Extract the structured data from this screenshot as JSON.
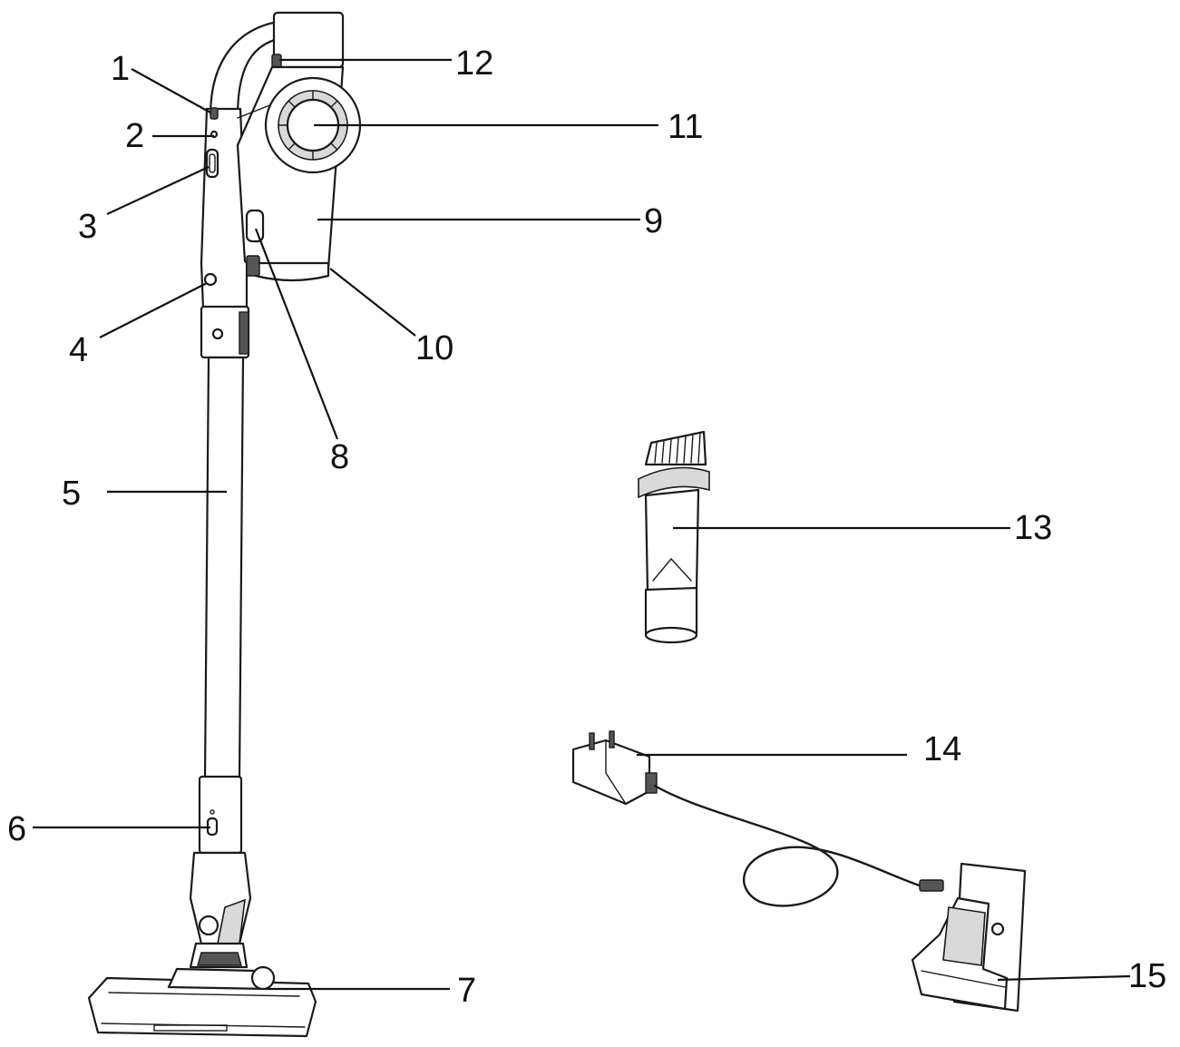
{
  "labels": {
    "l1": "1",
    "l2": "2",
    "l3": "3",
    "l4": "4",
    "l5": "5",
    "l6": "6",
    "l7": "7",
    "l8": "8",
    "l9": "9",
    "l10": "10",
    "l11": "11",
    "l12": "12",
    "l13": "13",
    "l14": "14",
    "l15": "15"
  },
  "colors": {
    "ink": "#1a1a1a",
    "paper": "#ffffff",
    "shade": "#d9d9d9"
  }
}
